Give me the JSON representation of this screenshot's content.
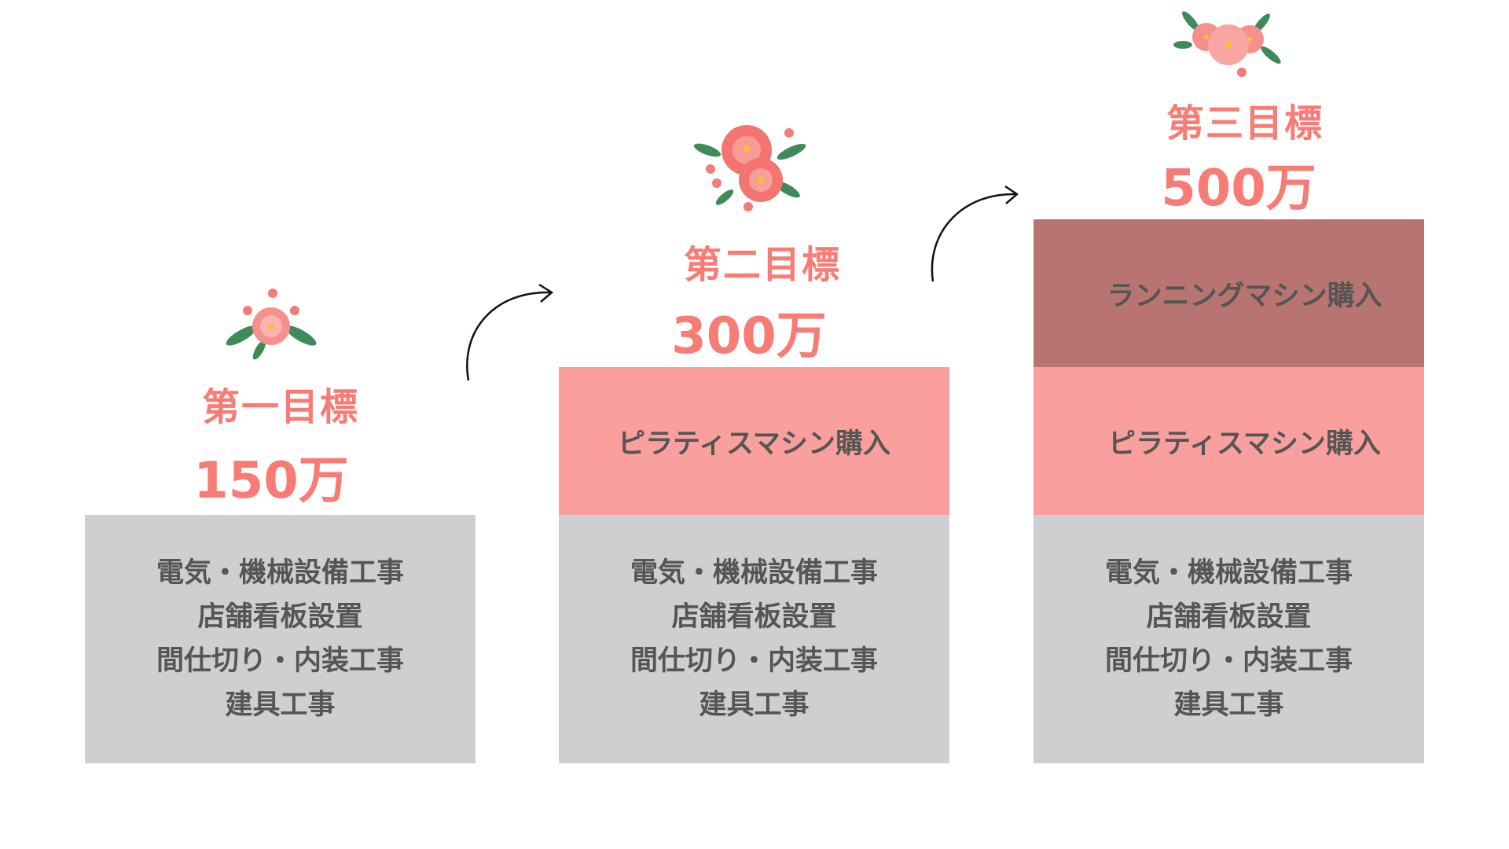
{
  "goals": [
    {
      "title": "第一目標",
      "amount": "150万",
      "base_items": [
        "電気・機械設備工事",
        "店舗看板設置",
        "間仕切り・内装工事",
        "建具工事"
      ]
    },
    {
      "title": "第二目標",
      "amount": "300万",
      "extra": [
        "ピラティスマシン購入"
      ],
      "base_items": [
        "電気・機械設備工事",
        "店舗看板設置",
        "間仕切り・内装工事",
        "建具工事"
      ]
    },
    {
      "title": "第三目標",
      "amount": "500万",
      "extra": [
        "ランニングマシン購入",
        "ピラティスマシン購入"
      ],
      "base_items": [
        "電気・機械設備工事",
        "店舗看板設置",
        "間仕切り・内装工事",
        "建具工事"
      ]
    }
  ],
  "colors": {
    "accent": "#f87c76",
    "pink_box": "#f9a09e",
    "brown_box": "#b87470",
    "gray_box": "#cfcfd1",
    "text": "#555555"
  }
}
